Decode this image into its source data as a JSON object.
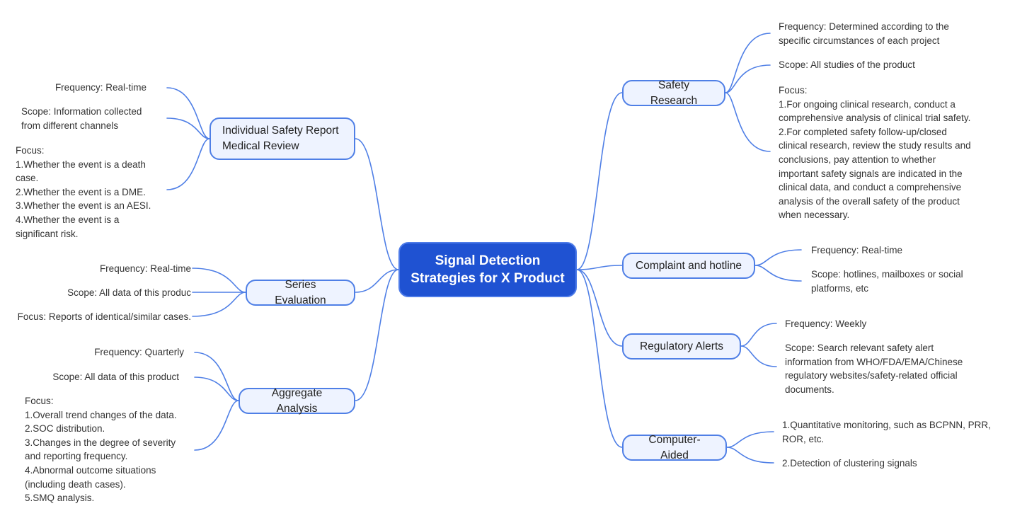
{
  "root": {
    "title": "Signal Detection\nStrategies for X Product"
  },
  "colors": {
    "root_fill": "#1f52d2",
    "branch_fill": "#eef3ff",
    "line": "#4f7fe6"
  },
  "left": {
    "individual": {
      "label": "Individual Safety Report\nMedical Review",
      "frequency": "Frequency: Real-time",
      "scope": "Scope: Information collected\nfrom different channels",
      "focus": "Focus:\n1.Whether the event is a death\ncase.\n2.Whether the event is a DME.\n3.Whether the event is an AESI.\n4.Whether the event is a\nsignificant risk."
    },
    "series": {
      "label": "Series Evaluation",
      "frequency": "Frequency: Real-time",
      "scope": "Scope: All  data of this produc",
      "focus": "Focus: Reports of identical/similar cases."
    },
    "aggregate": {
      "label": "Aggregate Analysis",
      "frequency": "Frequency: Quarterly",
      "scope": "Scope: All data of this product",
      "focus": "Focus:\n1.Overall trend changes of the data.\n2.SOC distribution.\n3.Changes in the degree of severity\nand reporting frequency.\n4.Abnormal outcome situations\n(including death cases).\n5.SMQ analysis."
    }
  },
  "right": {
    "safety": {
      "label": "Safety Research",
      "frequency": "Frequency: Determined according to the\nspecific circumstances of each project",
      "scope": "Scope: All studies of the product",
      "focus": "Focus:\n1.For ongoing clinical research, conduct a\ncomprehensive analysis of clinical trial safety.\n2.For completed safety follow-up/closed\nclinical research, review the study results and\nconclusions, pay attention to whether\nimportant safety signals are indicated in the\nclinical data, and conduct a comprehensive\nanalysis of the overall safety of the product\nwhen necessary."
    },
    "complaint": {
      "label": "Complaint and hotline",
      "frequency": "Frequency: Real-time",
      "scope": "Scope: hotlines, mailboxes or social\nplatforms, etc"
    },
    "regulatory": {
      "label": "Regulatory Alerts",
      "frequency": "Frequency: Weekly",
      "scope": "Scope: Search relevant safety alert\ninformation from WHO/FDA/EMA/Chinese\nregulatory websites/safety-related official\ndocuments."
    },
    "computer": {
      "label": "Computer-Aided",
      "item1": "1.Quantitative monitoring, such as BCPNN, PRR,\nROR, etc.",
      "item2": "2.Detection of clustering signals"
    }
  }
}
